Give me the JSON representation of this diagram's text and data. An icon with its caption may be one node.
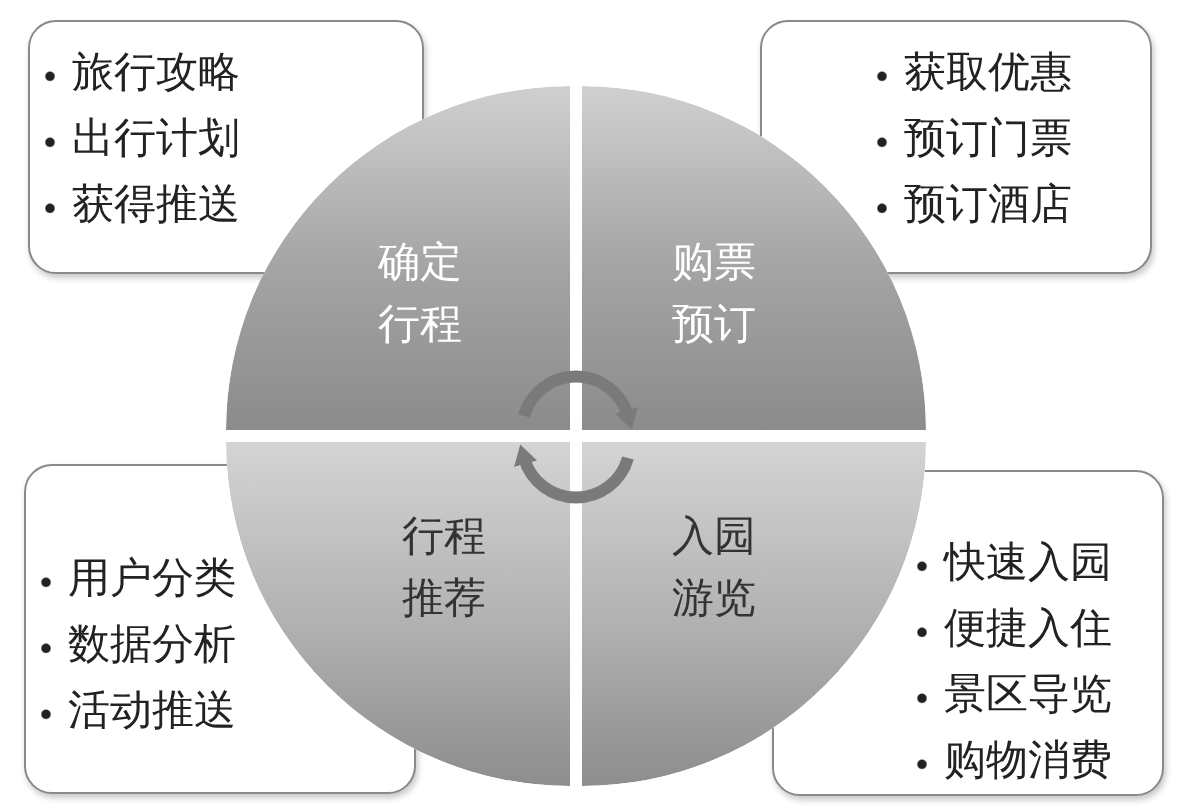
{
  "diagram": {
    "nodes": [
      {
        "text": [
          "旅行攻略",
          "出行计划",
          "获得推送"
        ]
      },
      {
        "text": [
          "获取优惠",
          "预订门票",
          "预订酒店"
        ]
      },
      {
        "text": [
          "确定行程"
        ]
      },
      {
        "text": [
          "购票预订"
        ]
      },
      {
        "text": [
          "行程推荐"
        ]
      },
      {
        "text": [
          "入园游览"
        ]
      },
      {
        "text": [
          "用户分类",
          "数据分析",
          "活动推送"
        ]
      },
      {
        "text": [
          "快速入园",
          "便捷入住",
          "景区导览",
          "购物消费"
        ]
      }
    ],
    "edges": [
      {
        "from": 2,
        "to": 3,
        "arrow": "to"
      },
      {
        "from": 5,
        "to": 4,
        "arrow": "to"
      }
    ]
  }
}
